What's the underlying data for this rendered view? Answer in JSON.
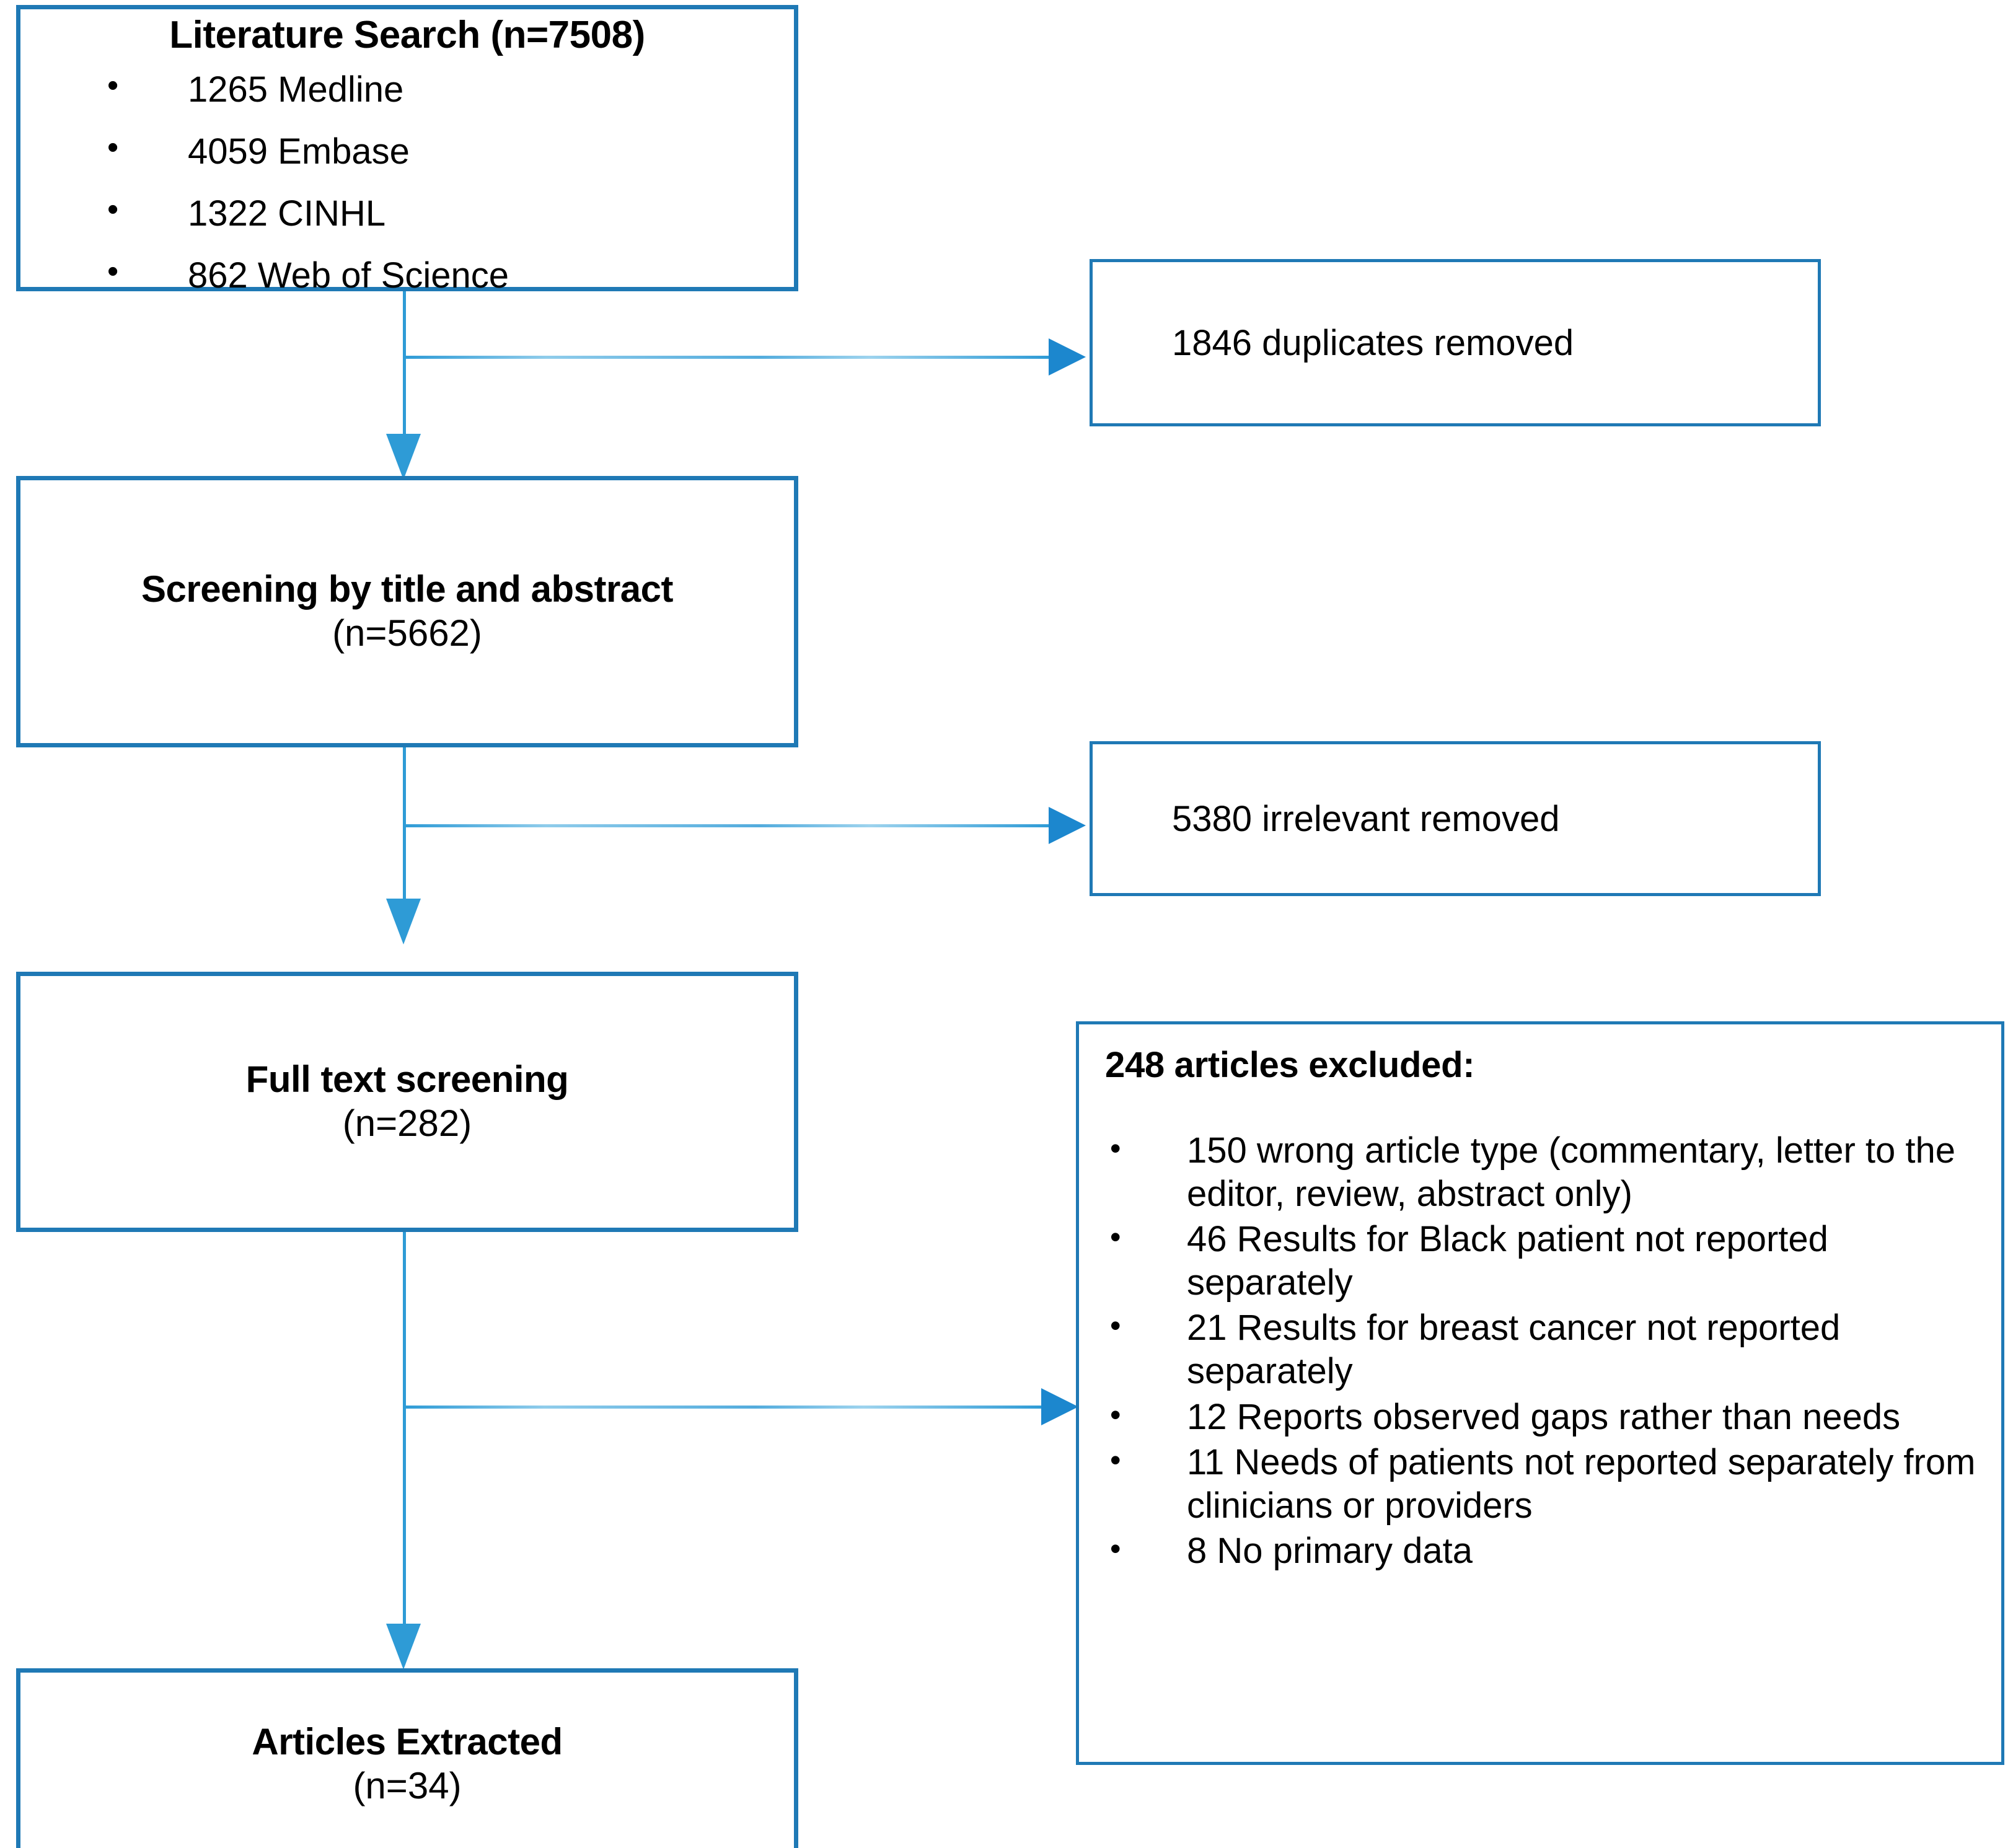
{
  "diagram": {
    "type": "prisma-flow-diagram",
    "accent_color": "#1F79B5",
    "connector_color": "#2E9BD6",
    "background": "#ffffff"
  },
  "boxes": {
    "literature_search": {
      "title": "Literature Search (n=7508)",
      "sources": [
        "1265 Medline",
        "4059 Embase",
        "1322 CINHL",
        "862 Web of Science"
      ]
    },
    "duplicates_removed": {
      "text": "1846 duplicates removed"
    },
    "title_abstract_screening": {
      "title": "Screening by title and abstract",
      "count": "(n=5662)"
    },
    "irrelevant_removed": {
      "text": "5380 irrelevant removed"
    },
    "full_text_screening": {
      "title": "Full text screening",
      "count": "(n=282)"
    },
    "articles_excluded": {
      "heading": "248 articles excluded:",
      "reasons": [
        "150 wrong article type (commentary, letter to the editor, review, abstract only)",
        "46 Results for Black patient not reported separately",
        "21 Results for breast cancer not reported separately",
        "12 Reports observed gaps rather than needs",
        "11 Needs of patients not reported separately from clinicians or providers",
        "8 No primary data"
      ]
    },
    "articles_extracted": {
      "title": "Articles Extracted",
      "count": "(n=34)"
    }
  },
  "chart_data": {
    "type": "table",
    "title": "PRISMA study selection flow",
    "stages": [
      {
        "label": "Literature Search",
        "n": 7508
      },
      {
        "label": "Medline",
        "n": 1265
      },
      {
        "label": "Embase",
        "n": 4059
      },
      {
        "label": "CINHL",
        "n": 1322
      },
      {
        "label": "Web of Science",
        "n": 862
      },
      {
        "label": "Duplicates removed",
        "n": 1846
      },
      {
        "label": "Screening by title and abstract",
        "n": 5662
      },
      {
        "label": "Irrelevant removed",
        "n": 5380
      },
      {
        "label": "Full text screening",
        "n": 282
      },
      {
        "label": "Articles excluded",
        "n": 248
      },
      {
        "label": "Wrong article type (commentary, letter to the editor, review, abstract only)",
        "n": 150
      },
      {
        "label": "Results for Black patient not reported separately",
        "n": 46
      },
      {
        "label": "Results for breast cancer not reported separately",
        "n": 21
      },
      {
        "label": "Reports observed gaps rather than needs",
        "n": 12
      },
      {
        "label": "Needs of patients not reported separately from clinicians or providers",
        "n": 11
      },
      {
        "label": "No primary data",
        "n": 8
      },
      {
        "label": "Articles Extracted",
        "n": 34
      }
    ]
  }
}
